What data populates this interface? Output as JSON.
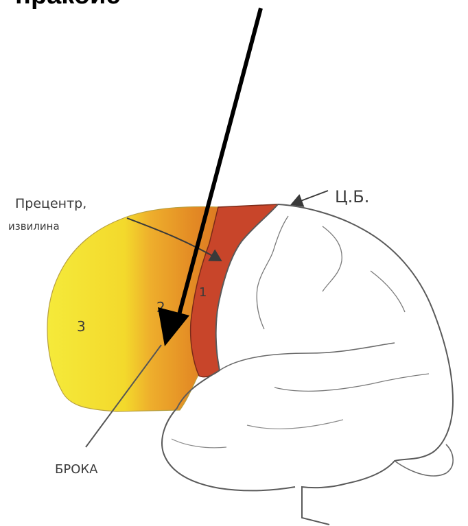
{
  "title": "пракоис",
  "labels": {
    "precentral_line1": "Прецентр,",
    "precentral_line2": "извилина",
    "central_sulcus": "Ц.Б.",
    "broca": "БРОКА",
    "zone1": "1",
    "zone2": "2",
    "zone3": "3"
  },
  "colors": {
    "zone1": "#c8452a",
    "zone2": "#e89a2a",
    "zone3": "#f3e02a",
    "arrow": "#000000",
    "outline": "#555555"
  }
}
